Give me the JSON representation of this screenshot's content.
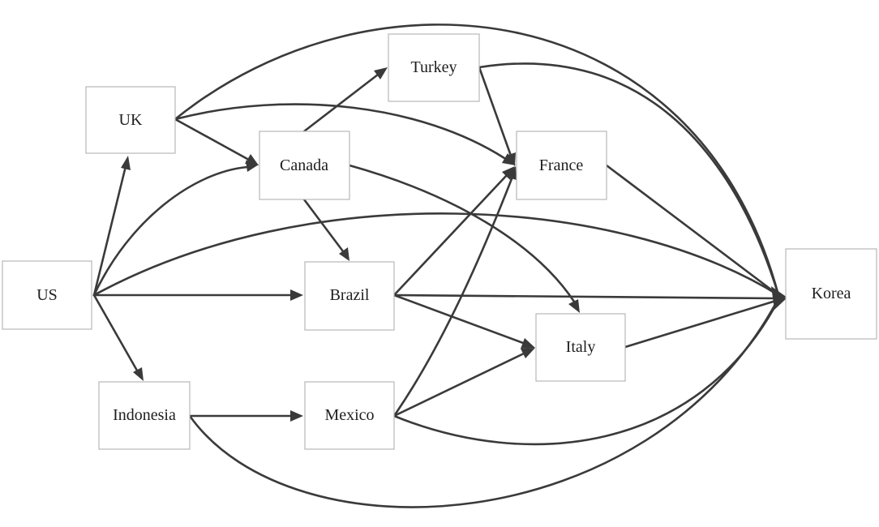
{
  "nodes": {
    "us": "US",
    "uk": "UK",
    "canada": "Canada",
    "turkey": "Turkey",
    "france": "France",
    "brazil": "Brazil",
    "indonesia": "Indonesia",
    "mexico": "Mexico",
    "italy": "Italy",
    "korea": "Korea"
  },
  "edges": [
    {
      "from": "US",
      "to": "UK"
    },
    {
      "from": "US",
      "to": "Canada"
    },
    {
      "from": "US",
      "to": "Brazil"
    },
    {
      "from": "US",
      "to": "Indonesia"
    },
    {
      "from": "US",
      "to": "Korea"
    },
    {
      "from": "UK",
      "to": "Canada"
    },
    {
      "from": "UK",
      "to": "France"
    },
    {
      "from": "UK",
      "to": "Korea"
    },
    {
      "from": "Canada",
      "to": "Turkey"
    },
    {
      "from": "Canada",
      "to": "Brazil"
    },
    {
      "from": "Canada",
      "to": "Italy"
    },
    {
      "from": "Turkey",
      "to": "France"
    },
    {
      "from": "Turkey",
      "to": "Korea"
    },
    {
      "from": "France",
      "to": "Korea"
    },
    {
      "from": "Brazil",
      "to": "France"
    },
    {
      "from": "Brazil",
      "to": "Italy"
    },
    {
      "from": "Brazil",
      "to": "Korea"
    },
    {
      "from": "Indonesia",
      "to": "Mexico"
    },
    {
      "from": "Indonesia",
      "to": "Korea"
    },
    {
      "from": "Mexico",
      "to": "France"
    },
    {
      "from": "Mexico",
      "to": "Italy"
    },
    {
      "from": "Mexico",
      "to": "Korea"
    },
    {
      "from": "Italy",
      "to": "Korea"
    }
  ]
}
